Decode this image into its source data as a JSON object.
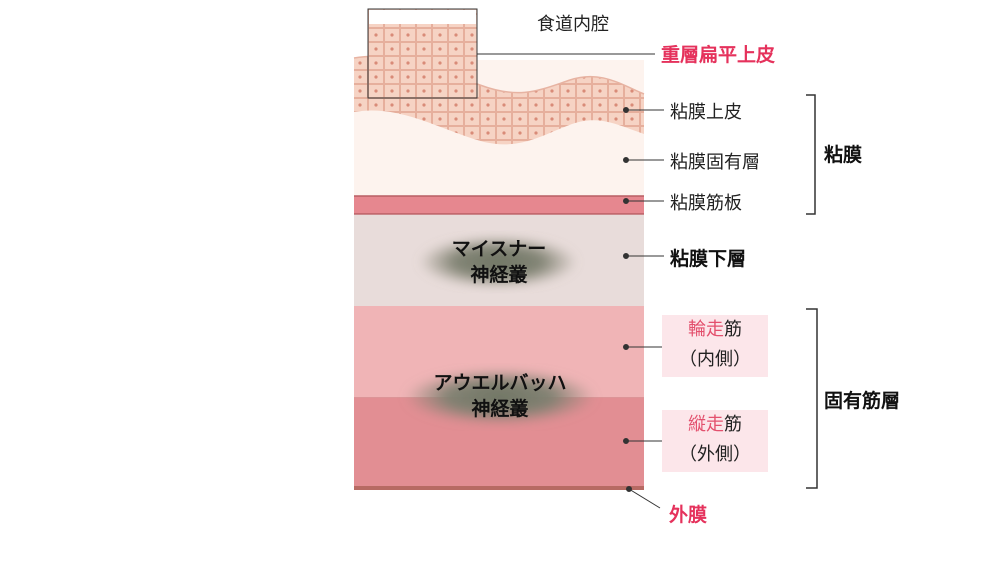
{
  "labels": {
    "lumen": "食道内腔",
    "epithelium_type": "重層扁平上皮",
    "mucosal_epithelium": "粘膜上皮",
    "lamina_propria": "粘膜固有層",
    "muscularis_mucosae": "粘膜筋板",
    "submucosa": "粘膜下層",
    "inner_muscle": {
      "highlight": "輪走",
      "rest": "筋",
      "sub": "（内側）"
    },
    "outer_muscle": {
      "highlight": "縦走",
      "rest": "筋",
      "sub": "（外側）"
    },
    "adventitia": "外膜"
  },
  "groups": {
    "mucosa": "粘膜",
    "muscularis_propria": "固有筋層"
  },
  "nerves": {
    "meissner": {
      "line1": "マイスナー",
      "line2": "神経叢"
    },
    "auerbach": {
      "line1": "アウエルバッハ",
      "line2": "神経叢"
    }
  },
  "colors": {
    "accent_red": "#e5325c",
    "epithelium": "#f6d3c4",
    "lamina": "#fdf3ee",
    "muscularis_mucosae": "#e6878f",
    "submucosa": "#e8dcda",
    "inner_muscle": "#f0b4b6",
    "outer_muscle": "#e28e93",
    "adventitia": "#b76a63"
  }
}
